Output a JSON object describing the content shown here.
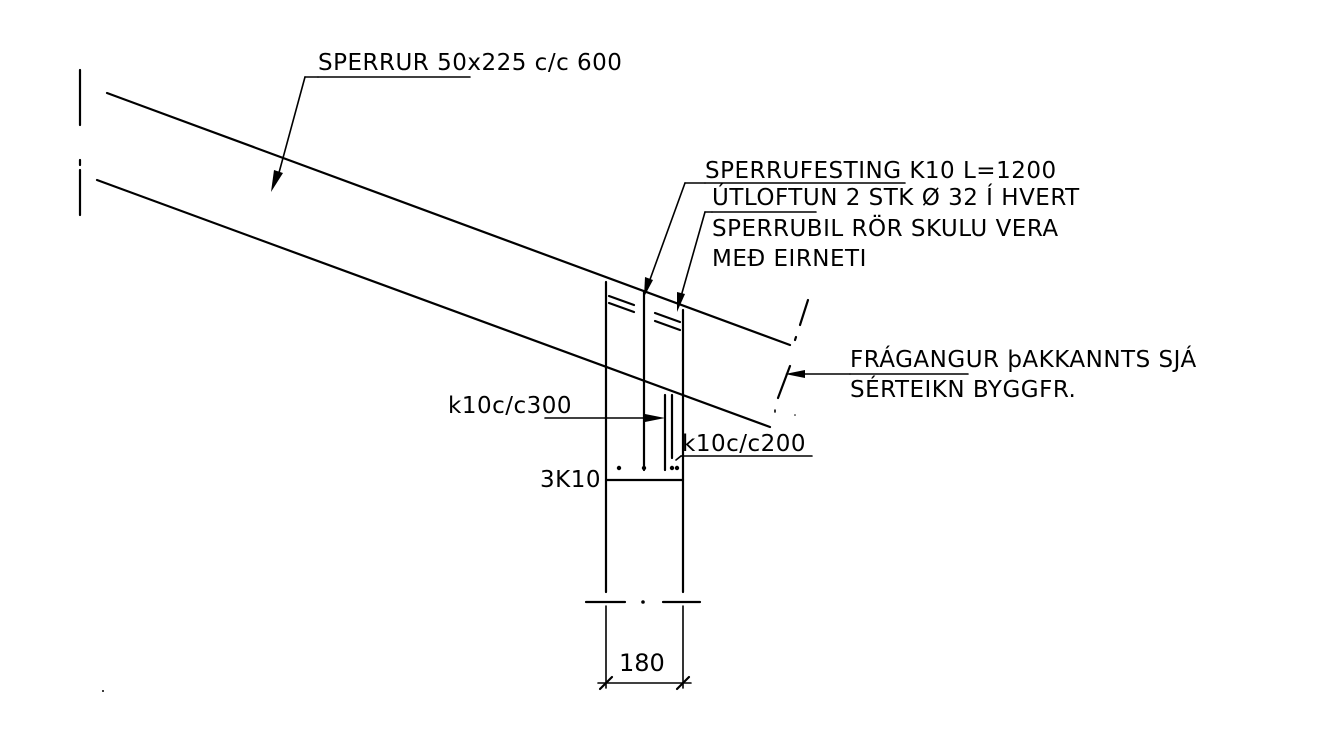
{
  "labels": {
    "rafters": "SPERRUR 50x225 c/c 600",
    "rafter_fixing": "SPERRUFESTING K10 L=1200",
    "ventilation_line1": "ÚTLOFTUN 2 STK Ø 32 Í HVERT",
    "ventilation_line2": "SPERRUBIL RÖR SKULU VERA",
    "ventilation_line3": "MEÐ EIRNETI",
    "eaves_line1": "FRÁGANGUR þAKKANNTS SJÁ",
    "eaves_line2": "SÉRTEIKN BYGGFR.",
    "rebar_c300": "k10c/c300",
    "rebar_c200": "k10c/c200",
    "bars_3k10": "3K10",
    "wall_width": "180"
  }
}
